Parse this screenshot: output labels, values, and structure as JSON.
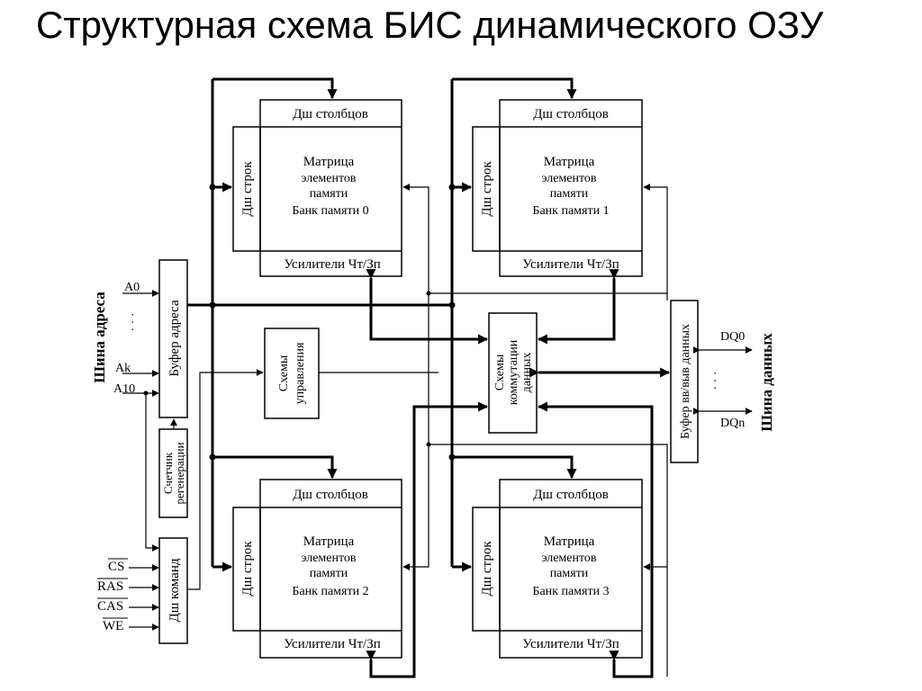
{
  "title": "Структурная схема БИС динамического ОЗУ",
  "banks": [
    {
      "col_decoder": "Дш столбцов",
      "row_decoder": "Дш строк",
      "matrix_line1": "Матрица",
      "matrix_line2": "элементов",
      "matrix_line3": "памяти",
      "matrix_line4": "Банк памяти 0",
      "amplifiers": "Усилители Чт/Зп"
    },
    {
      "col_decoder": "Дш столбцов",
      "row_decoder": "Дш строк",
      "matrix_line1": "Матрица",
      "matrix_line2": "элементов",
      "matrix_line3": "памяти",
      "matrix_line4": "Банк памяти 1",
      "amplifiers": "Усилители Чт/Зп"
    },
    {
      "col_decoder": "Дш столбцов",
      "row_decoder": "Дш строк",
      "matrix_line1": "Матрица",
      "matrix_line2": "элементов",
      "matrix_line3": "памяти",
      "matrix_line4": "Банк памяти 2",
      "amplifiers": "Усилители Чт/Зп"
    },
    {
      "col_decoder": "Дш столбцов",
      "row_decoder": "Дш строк",
      "matrix_line1": "Матрица",
      "matrix_line2": "элементов",
      "matrix_line3": "памяти",
      "matrix_line4": "Банк памяти 3",
      "amplifiers": "Усилители Чт/Зп"
    }
  ],
  "address_bus": {
    "label": "Шина адреса",
    "a0": "A0",
    "dots": "· · ·",
    "ak": "Ak",
    "a10": "A10"
  },
  "address_buffer": "Буфер адреса",
  "refresh_counter": {
    "line1": "Счетчик",
    "line2": "регенерации"
  },
  "command_decoder": "Дш команд",
  "signals": {
    "cs": "CS",
    "ras": "RAS",
    "cas": "CAS",
    "we": "WE"
  },
  "control": {
    "line1": "Схемы",
    "line2": "управления"
  },
  "switching": {
    "line1": "Схемы",
    "line2": "коммутации",
    "line3": "данных"
  },
  "data_buffer": "Буфер вв/выв данных",
  "data_bus": {
    "label": "Шина данных",
    "dq0": "DQ0",
    "dots": "· · ·",
    "dqn": "DQn"
  }
}
